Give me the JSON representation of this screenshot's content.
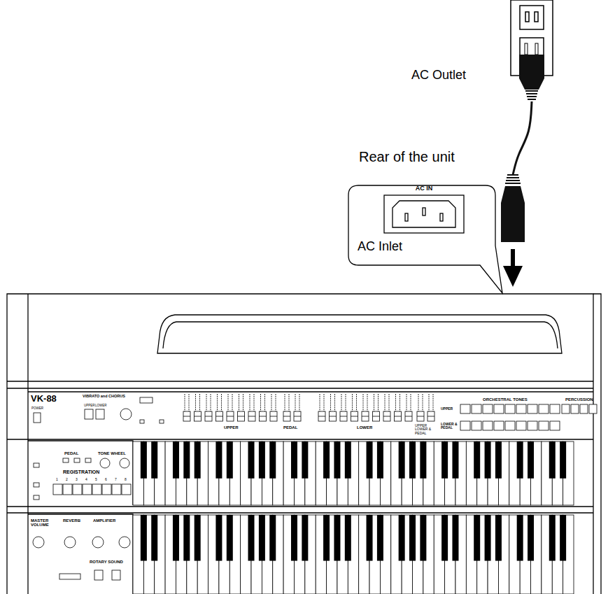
{
  "diagram": {
    "nodes": [
      {
        "text": [
          "Rear of the unit",
          "AC Inlet"
        ]
      },
      {
        "text": [
          "AC IN"
        ],
        "in": 0
      }
    ],
    "labels": [
      "AC Outlet",
      "VK-88",
      "VIBRATO and CHORUS",
      "UPPER",
      "LOWER",
      "POWER",
      "UPPER",
      "PEDAL",
      "LOWER",
      "UPPER LOWER & PEDAL",
      "ORCHESTRAL TONES",
      "UPPER",
      "LOWER & PEDAL",
      "PERCUSSION",
      "PEDAL",
      "TONE WHEEL",
      "REGISTRATION",
      "1",
      "2",
      "3",
      "4",
      "5",
      "6",
      "7",
      "8",
      "MASTER VOLUME",
      "REVERB",
      "AMPLIFIER",
      "ROTARY SOUND"
    ]
  }
}
